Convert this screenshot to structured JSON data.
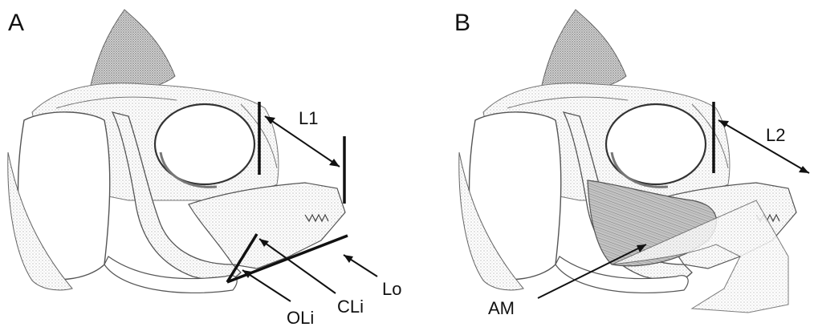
{
  "panels": [
    {
      "label": "A",
      "annotations": {
        "measure": "L1",
        "parts": [
          "OLi",
          "CLi",
          "Lo"
        ]
      }
    },
    {
      "label": "B",
      "annotations": {
        "measure": "L2",
        "parts": [
          "AM"
        ]
      }
    }
  ],
  "colors": {
    "ink": "#111111",
    "stipple_dark": "#8a8a8a",
    "stipple_light": "#cfcfcf",
    "paper": "#ffffff"
  }
}
